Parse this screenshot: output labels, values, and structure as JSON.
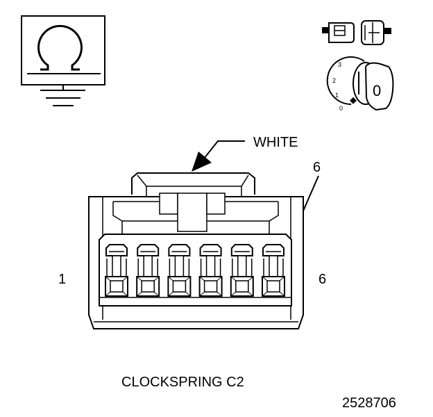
{
  "connector": {
    "color_label": "WHITE",
    "pin_callout": "6",
    "left_pin_number": "1",
    "right_pin_number": "6",
    "cavity_count": 6,
    "title": "CLOCKSPRING C2"
  },
  "ignition_key": {
    "position_labels": [
      "3",
      "2",
      "1",
      "0"
    ],
    "key_label": "0"
  },
  "symbols": {
    "ohmmeter": "ohm-symbol-icon",
    "ground": "ground-icon",
    "connector_disconnected": "disconnected-connector-icon",
    "ignition_key": "ignition-key-icon"
  },
  "figure_id": "2528706",
  "colors": {
    "ink": "#000000",
    "background": "#ffffff"
  }
}
